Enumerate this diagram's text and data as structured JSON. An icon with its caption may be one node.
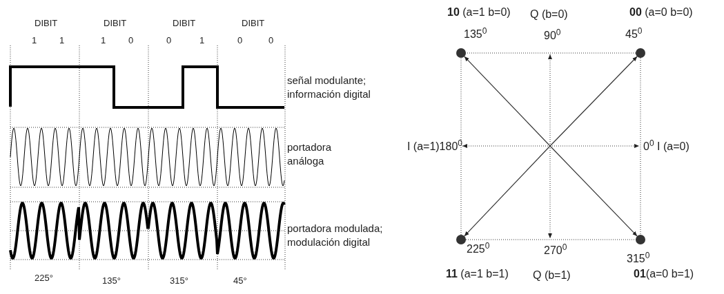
{
  "diagram": {
    "nodes": [
      {
        "text": [],
        "shape": "circle",
        "beside": [
          "**10** (a=1 b=0)",
          "135$^{0}$"
        ]
      },
      {
        "text": [],
        "shape": "circle",
        "beside": [
          "**00** (a=0 b=0)",
          "45$^{0}$"
        ]
      },
      {
        "text": [],
        "shape": "circle",
        "beside": [
          "225$^{0}$",
          "**11** (a=1 b=1)"
        ]
      },
      {
        "text": [],
        "shape": "circle",
        "beside": [
          "315$^{0}$",
          "**01**(a=0 b=1)"
        ]
      }
    ],
    "edges": [
      {
        "from": null,
        "to": 0,
        "arrow": "to"
      },
      {
        "from": null,
        "to": 1,
        "arrow": "to"
      },
      {
        "from": null,
        "to": 2,
        "arrow": "to"
      },
      {
        "from": null,
        "to": 3,
        "arrow": "to"
      }
    ],
    "labels": [
      "DIBIT",
      "DIBIT",
      "DIBIT",
      "DIBIT",
      "1",
      "1",
      "1",
      "0",
      "0",
      "1",
      "0",
      "0",
      "Q (b=0)",
      "90$^{0}$",
      "señal modulante; información digital",
      "I (a=1)180$^{0}$",
      "0$^{0}$ I (a=0)",
      "portadora análoga",
      "portadora modulada; modulación digital",
      "270$^{0}$",
      "Q (b=1)",
      "225°",
      "135°",
      "315°",
      "45°"
    ]
  }
}
